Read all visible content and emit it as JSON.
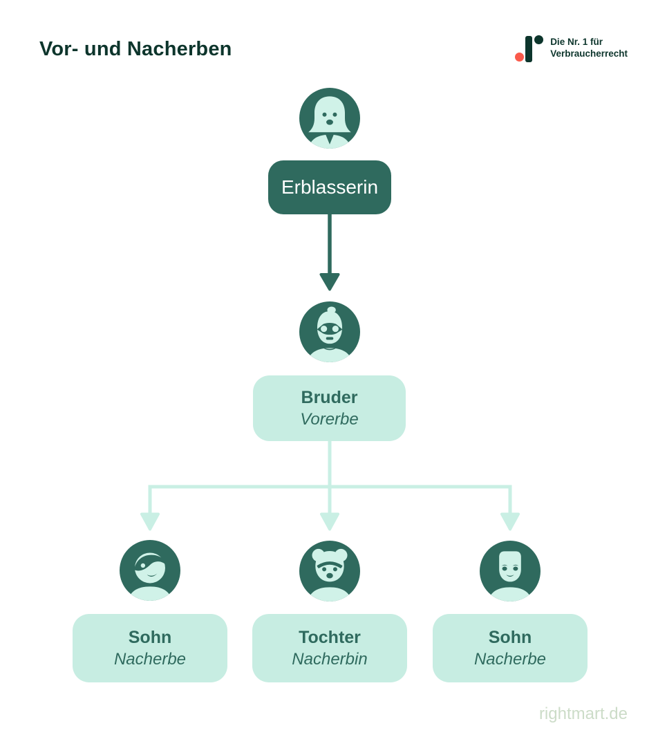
{
  "colors": {
    "bg": "#ffffff",
    "dark": "#2f6a5e",
    "deep": "#0d352c",
    "mint": "#c7ede2",
    "mint2": "#d0f2e8",
    "mintline": "#c9efe4",
    "coral": "#fa5a4b",
    "sage": "#ccdcc8",
    "white": "#ffffff"
  },
  "header": {
    "title": "Vor- und Nacherben",
    "logo": {
      "tagline_line1": "Die Nr. 1 für",
      "tagline_line2": "Verbraucherrecht",
      "mark_icon": "rightmart-dot-bar-dot-mark"
    }
  },
  "diagram": {
    "root": {
      "label": "Erblasserin",
      "icon": "woman-avatar-icon"
    },
    "heir": {
      "label": "Bruder",
      "role": "Vorerbe",
      "icon": "man-glasses-avatar-icon"
    },
    "children": [
      {
        "label": "Sohn",
        "role": "Nacherbe",
        "icon": "young-man-side-hair-avatar-icon"
      },
      {
        "label": "Tochter",
        "role": "Nacherbin",
        "icon": "girl-buns-avatar-icon"
      },
      {
        "label": "Sohn",
        "role": "Nacherbe",
        "icon": "young-man-flattop-avatar-icon"
      }
    ]
  },
  "footer": {
    "brand": "rightmart.de"
  }
}
